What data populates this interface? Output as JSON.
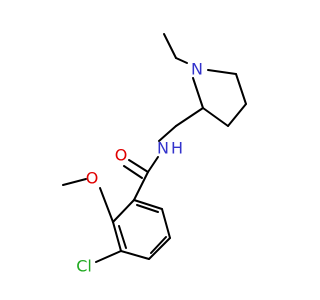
{
  "atoms": {
    "n_pyrrolidine": {
      "label": "N",
      "color": "#3333cc"
    },
    "n_amide": {
      "label": "N",
      "color": "#3333cc"
    },
    "h_amide": {
      "label": "H",
      "color": "#3333cc"
    },
    "o_carbonyl": {
      "label": "O",
      "color": "#e00000"
    },
    "o_methoxy": {
      "label": "O",
      "color": "#e00000"
    },
    "cl": {
      "label": "Cl",
      "color": "#22aa22"
    }
  },
  "bond_color": "#000000",
  "background": "#ffffff"
}
